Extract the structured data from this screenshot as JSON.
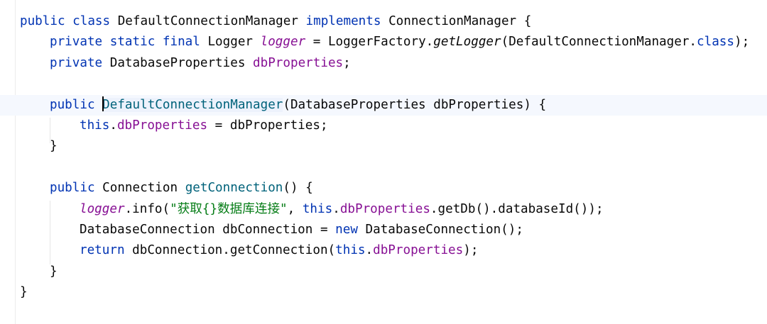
{
  "code": {
    "class_header": {
      "kw1": "public",
      "kw2": "class",
      "name": "DefaultConnectionManager",
      "kw3": "implements",
      "iface": "ConnectionManager",
      "brace": " {"
    },
    "logger_line": {
      "kw1": "private",
      "kw2": "static",
      "kw3": "final",
      "type": "Logger",
      "field": "logger",
      "eq": " = LoggerFactory.",
      "method": "getLogger",
      "arg": "(DefaultConnectionManager.",
      "kw4": "class",
      "end": ");"
    },
    "props_line": {
      "kw1": "private",
      "type": "DatabaseProperties",
      "field": "dbProperties",
      "end": ";"
    },
    "ctor_line": {
      "kw1": "public",
      "name": "DefaultConnectionManager",
      "params": "(DatabaseProperties dbProperties) {"
    },
    "assign_line": {
      "kw1": "this",
      "dot": ".",
      "field": "dbProperties",
      "rest": " = dbProperties;"
    },
    "close1": "}",
    "getconn_line": {
      "kw1": "public",
      "type": "Connection",
      "name": "getConnection",
      "rest": "() {"
    },
    "log_line": {
      "field": "logger",
      "call": ".info(",
      "string": "\"获取{}数据库连接\"",
      "comma": ", ",
      "kw1": "this",
      "dot": ".",
      "field2": "dbProperties",
      "rest": ".getDb().databaseId());"
    },
    "newconn_line": {
      "decl": "DatabaseConnection dbConnection = ",
      "kw1": "new",
      "rest": " DatabaseConnection();"
    },
    "return_line": {
      "kw1": "return",
      "mid": " dbConnection.getConnection(",
      "kw2": "this",
      "dot": ".",
      "field": "dbProperties",
      "end": ");"
    },
    "close2": "}",
    "close3": "}"
  }
}
